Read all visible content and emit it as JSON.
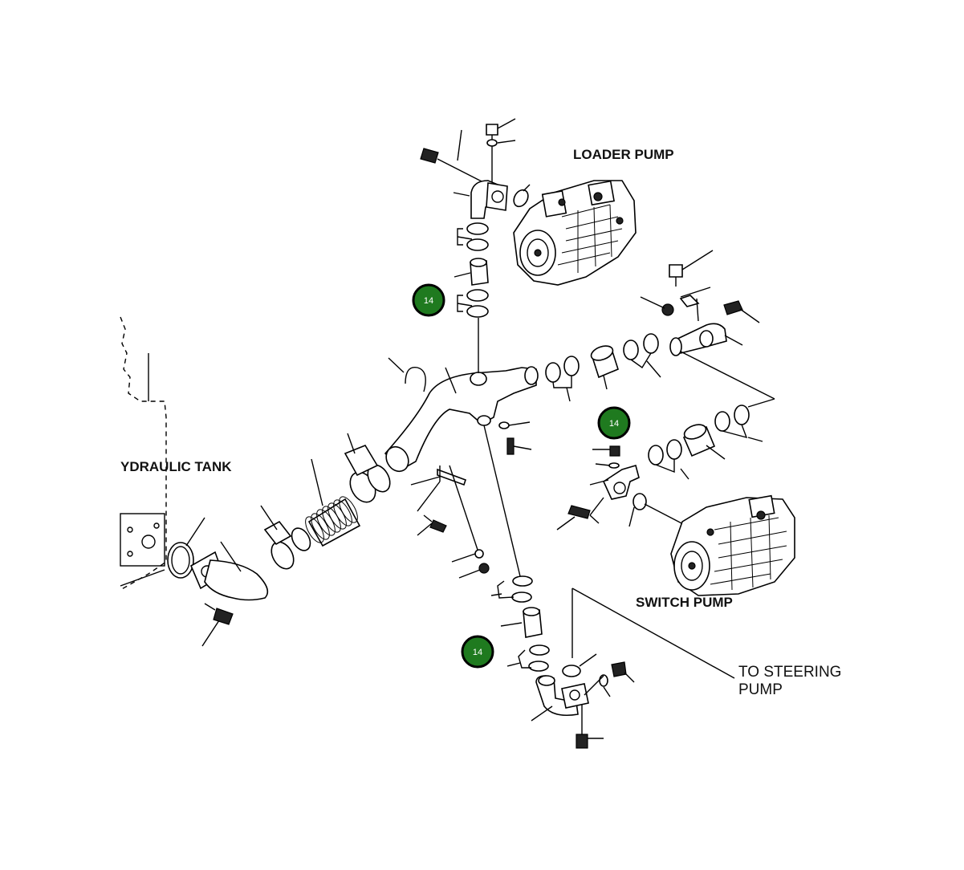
{
  "labels": {
    "loader_pump": "LOADER PUMP",
    "hydraulic_tank": "YDRAULIC TANK",
    "switch_pump": "SWITCH PUMP",
    "to_steering_line1": "TO STEERING",
    "to_steering_line2": "PUMP"
  },
  "callouts": [
    {
      "id": "callout-1",
      "number": "14"
    },
    {
      "id": "callout-2",
      "number": "14"
    },
    {
      "id": "callout-3",
      "number": "14"
    }
  ],
  "colors": {
    "callout_fill": "#1f7a1f",
    "line": "#000000",
    "background": "#ffffff"
  }
}
